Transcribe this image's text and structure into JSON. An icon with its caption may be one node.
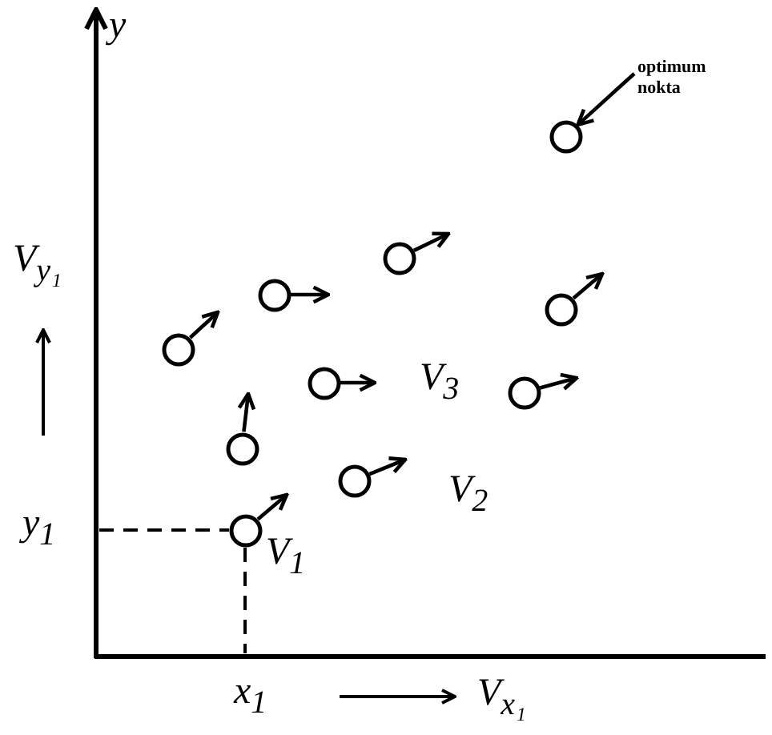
{
  "diagram": {
    "nodes": [
      {
        "text": [
          "optimum nokta"
        ]
      },
      {
        "text": [],
        "shape": "circle"
      },
      {
        "text": [],
        "shape": "circle"
      },
      {
        "text": [],
        "shape": "circle"
      },
      {
        "text": [],
        "shape": "circle"
      },
      {
        "text": [],
        "shape": "circle"
      },
      {
        "text": [],
        "shape": "circle"
      },
      {
        "text": [],
        "shape": "circle"
      },
      {
        "text": [],
        "shape": "circle"
      },
      {
        "text": [],
        "shape": "circle"
      },
      {
        "text": [],
        "shape": "circle"
      }
    ],
    "edges": [
      {
        "from": 0,
        "to": 1,
        "arrow": "to"
      },
      {
        "from": 2,
        "to": null,
        "arrow": "to"
      },
      {
        "from": 3,
        "to": null,
        "arrow": "to"
      },
      {
        "from": 4,
        "to": null,
        "arrow": "to"
      },
      {
        "from": 5,
        "to": null,
        "arrow": "to"
      },
      {
        "from": 6,
        "to": null,
        "arrow": "to"
      },
      {
        "from": 7,
        "to": null,
        "arrow": "to"
      },
      {
        "from": 8,
        "to": null,
        "arrow": "to"
      },
      {
        "from": 9,
        "to": null,
        "arrow": "to"
      },
      {
        "from": 10,
        "to": null,
        "arrow": "to"
      }
    ],
    "labels": [
      "y",
      "V$_{y₁}$",
      "V$_{3}$",
      "V$_{2}$",
      "y$_{1}$",
      "V$_{1}$",
      "x$_{1}$",
      "V$_{x₁}$"
    ]
  }
}
